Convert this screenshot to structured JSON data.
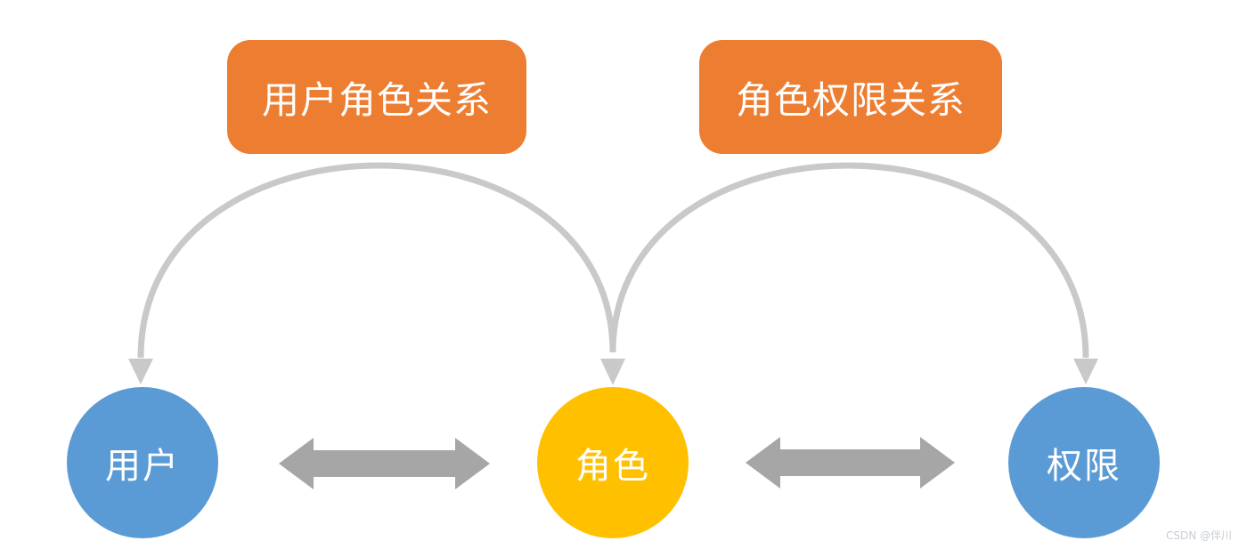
{
  "page": {
    "background": "#FFFFFF"
  },
  "diagram": {
    "relation_labels": {
      "user_role": "用户角色关系",
      "role_permission": "角色权限关系"
    },
    "entities": {
      "user": {
        "label": "用户",
        "color": "#5B9BD5"
      },
      "role": {
        "label": "角色",
        "color": "#FFC000"
      },
      "permission": {
        "label": "权限",
        "color": "#5B9BD5"
      }
    },
    "colors": {
      "relation_box": "#ED7D31",
      "relation_box_text": "#FFFFFF",
      "entity_text": "#FFFFFF",
      "curved_arrow": "#C9C9C9",
      "double_arrow": "#A6A6A6"
    }
  },
  "watermark": {
    "text": "CSDN @伴川",
    "color": "#C9CDD4"
  }
}
